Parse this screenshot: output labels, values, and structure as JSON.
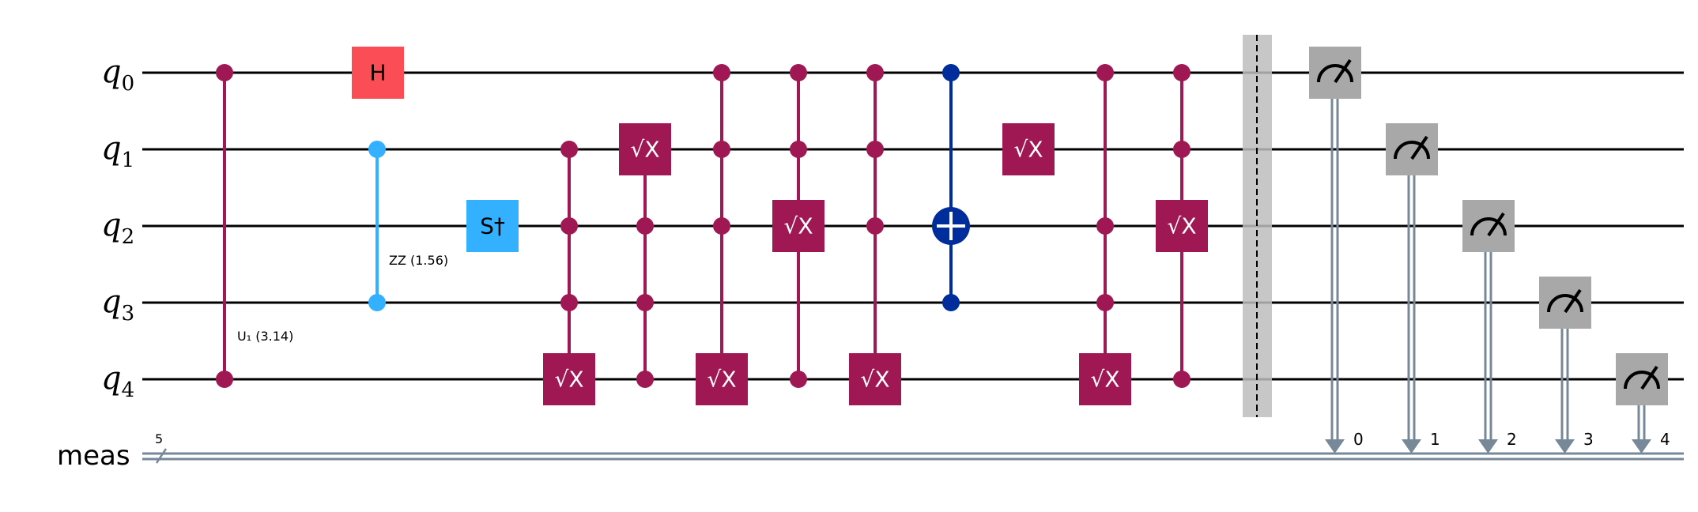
{
  "circuit": {
    "qubits": [
      {
        "name": "q",
        "index": "0"
      },
      {
        "name": "q",
        "index": "1"
      },
      {
        "name": "q",
        "index": "2"
      },
      {
        "name": "q",
        "index": "3"
      },
      {
        "name": "q",
        "index": "4"
      }
    ],
    "classical_register": {
      "name": "meas",
      "width": "5"
    },
    "colors": {
      "wire": "#000000",
      "classical_wire": "#778899",
      "cu": "#9f1853",
      "h": "#fa4d56",
      "rzz": "#33b1ff",
      "sdg": "#33b1ff",
      "cx": "#002d9c",
      "barrier": "#bdbdbd",
      "measure": "#a8a8a8"
    },
    "gates": [
      {
        "name": "U1",
        "label": "U₁ (3.14)",
        "type": "controlled-phase",
        "qubits": [
          0,
          4
        ]
      },
      {
        "name": "H",
        "label": "H",
        "type": "single",
        "qubits": [
          0
        ]
      },
      {
        "name": "RZZ",
        "label": "ZZ (1.56)",
        "type": "zz",
        "qubits": [
          1,
          3
        ]
      },
      {
        "name": "Sdg",
        "label": "S†",
        "type": "single",
        "qubits": [
          2
        ]
      },
      {
        "name": "MCSX",
        "label": "√X",
        "type": "multi-controlled",
        "controls": [
          1,
          2,
          3
        ],
        "target": 4
      },
      {
        "name": "MCSX",
        "label": "√X",
        "type": "multi-controlled",
        "controls": [
          2,
          3,
          4
        ],
        "target": 1
      },
      {
        "name": "MCSX",
        "label": "√X",
        "type": "multi-controlled",
        "controls": [
          0,
          1,
          2
        ],
        "target": 4
      },
      {
        "name": "MCSX",
        "label": "√X",
        "type": "multi-controlled",
        "controls": [
          0,
          1,
          4
        ],
        "target": 2
      },
      {
        "name": "MCSX",
        "label": "√X",
        "type": "multi-controlled",
        "controls": [
          0,
          1,
          2
        ],
        "target": 4
      },
      {
        "name": "CCX",
        "label": "⊕",
        "type": "cx",
        "controls": [
          0,
          3
        ],
        "target": 2
      },
      {
        "name": "SX",
        "label": "√X",
        "type": "single",
        "qubits": [
          1
        ]
      },
      {
        "name": "MCSX",
        "label": "√X",
        "type": "multi-controlled",
        "controls": [
          0,
          2,
          3
        ],
        "target": 4
      },
      {
        "name": "MCSX",
        "label": "√X",
        "type": "multi-controlled",
        "controls": [
          0,
          1,
          4
        ],
        "target": 2
      },
      {
        "name": "Barrier",
        "type": "barrier",
        "qubits": [
          0,
          1,
          2,
          3,
          4
        ]
      },
      {
        "name": "Measure",
        "type": "measure",
        "qubit": 0,
        "bit": "0"
      },
      {
        "name": "Measure",
        "type": "measure",
        "qubit": 1,
        "bit": "1"
      },
      {
        "name": "Measure",
        "type": "measure",
        "qubit": 2,
        "bit": "2"
      },
      {
        "name": "Measure",
        "type": "measure",
        "qubit": 3,
        "bit": "3"
      },
      {
        "name": "Measure",
        "type": "measure",
        "qubit": 4,
        "bit": "4"
      }
    ]
  }
}
